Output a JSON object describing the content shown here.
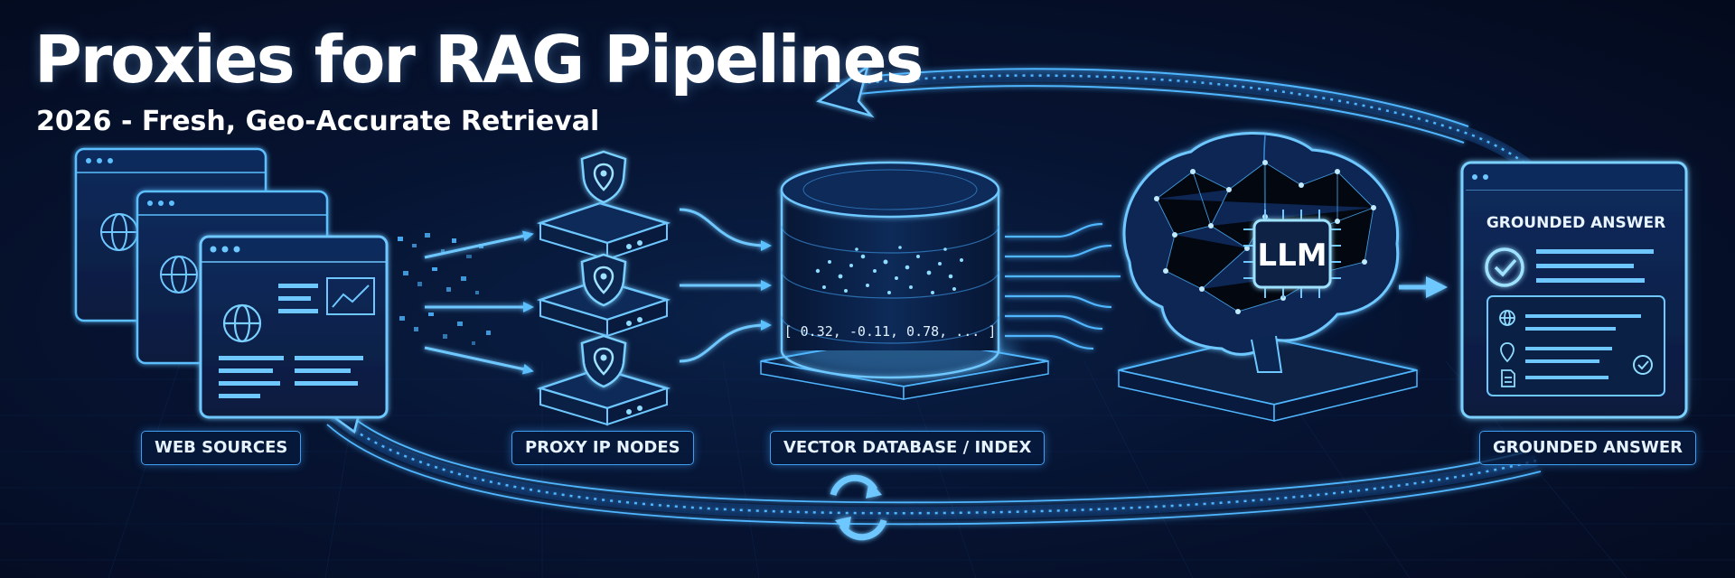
{
  "header": {
    "title": "Proxies for RAG Pipelines",
    "subtitle": "2026 - Fresh, Geo-Accurate Retrieval"
  },
  "stages": {
    "web_sources": "WEB SOURCES",
    "proxy_nodes": "PROXY IP NODES",
    "vector_db": "VECTOR DATABASE / INDEX",
    "answer": "GROUNDED ANSWER"
  },
  "vector_db": {
    "embedding_text": "[ 0.32, -0.11, 0.78, ... ]"
  },
  "llm": {
    "chip_label": "LLM"
  },
  "answer_document": {
    "heading": "GROUNDED ANSWER"
  },
  "icons": [
    "globe-icon",
    "chart-icon",
    "location-shield-icon",
    "server-icon",
    "brain-icon",
    "checkmark-icon",
    "map-pin-icon",
    "document-icon",
    "refresh-icon",
    "arrow-icon"
  ],
  "colors": {
    "background": "#050c1f",
    "glow": "#4fb6ff",
    "line": "#2f8fe8",
    "text": "#ffffff"
  }
}
